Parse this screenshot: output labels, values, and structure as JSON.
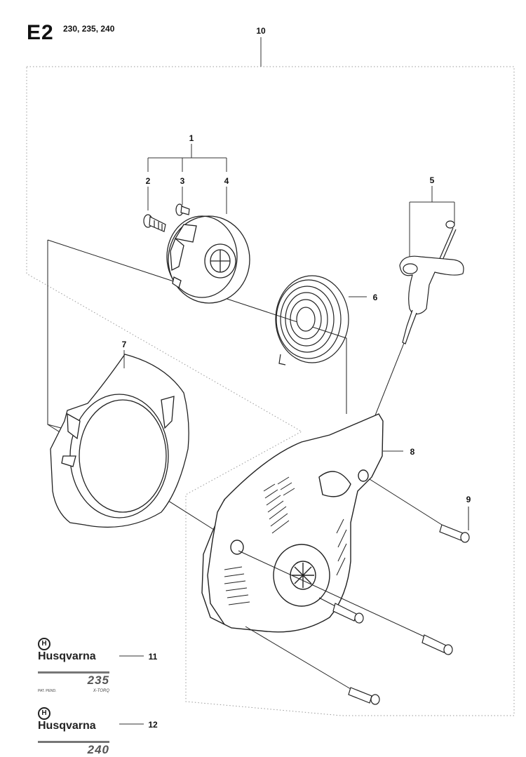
{
  "header": {
    "section_code": "E2",
    "models": "230, 235, 240"
  },
  "callouts": [
    "1",
    "2",
    "3",
    "4",
    "5",
    "6",
    "7",
    "8",
    "9",
    "10",
    "11",
    "12"
  ],
  "decals": [
    {
      "brand": "Husqvarna",
      "model": "235",
      "sub_left": "PAT. PEND.",
      "sub_right": "X-TORQ"
    },
    {
      "brand": "Husqvarna",
      "model": "240"
    }
  ]
}
